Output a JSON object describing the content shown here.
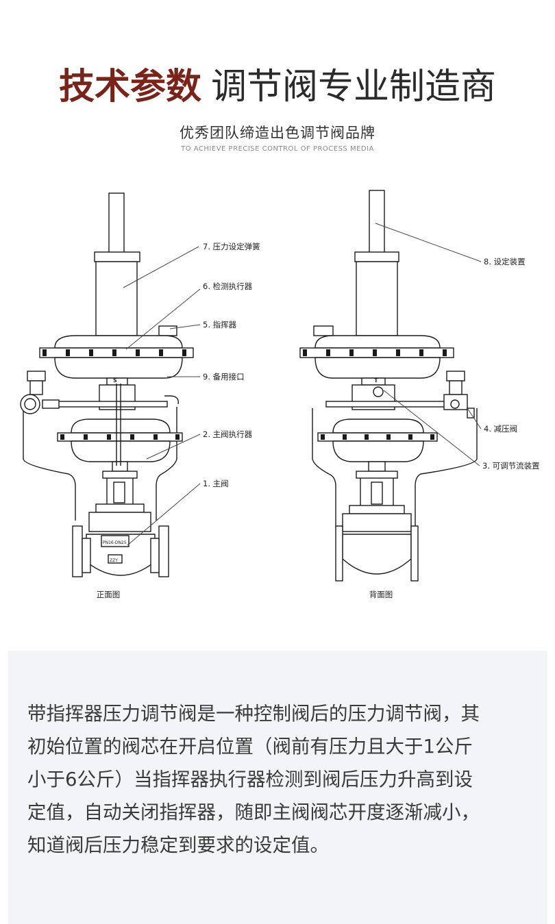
{
  "header": {
    "title_highlight": "技术参数",
    "title_rest": "调节阀专业制造商",
    "subtitle": "优秀团队缔造出色调节阀品牌",
    "subtitle_en": "TO ACHIEVE PRECISE CONTROL OF PROCESS MEDIA"
  },
  "diagram": {
    "front_caption": "正面图",
    "back_caption": "背面图",
    "body_label_1": "PN16-DN25",
    "body_label_2": "ZZY",
    "port_s": "S",
    "port_t": "T",
    "labels": {
      "l7": "7. 压力设定弹簧",
      "l6": "6. 检测执行器",
      "l5": "5. 指挥器",
      "l9": "9. 备用接口",
      "l2": "2. 主阀执行器",
      "l1": "1. 主阀",
      "l8": "8. 设定装置",
      "l4": "4. 减压阀",
      "l3": "3. 可调节流装置"
    }
  },
  "description": {
    "lines": [
      "带指挥器压力调节阀是一种控制阀后的压力调节阀，其",
      "初始位置的阀芯在开启位置（阀前有压力且大于1公斤",
      "小于6公斤）当指挥器执行器检测到阀后压力升高到设",
      "定值，自动关闭指挥器，随即主阀阀芯开度逐渐减小，",
      "知道阀后压力稳定到要求的设定值。"
    ]
  }
}
